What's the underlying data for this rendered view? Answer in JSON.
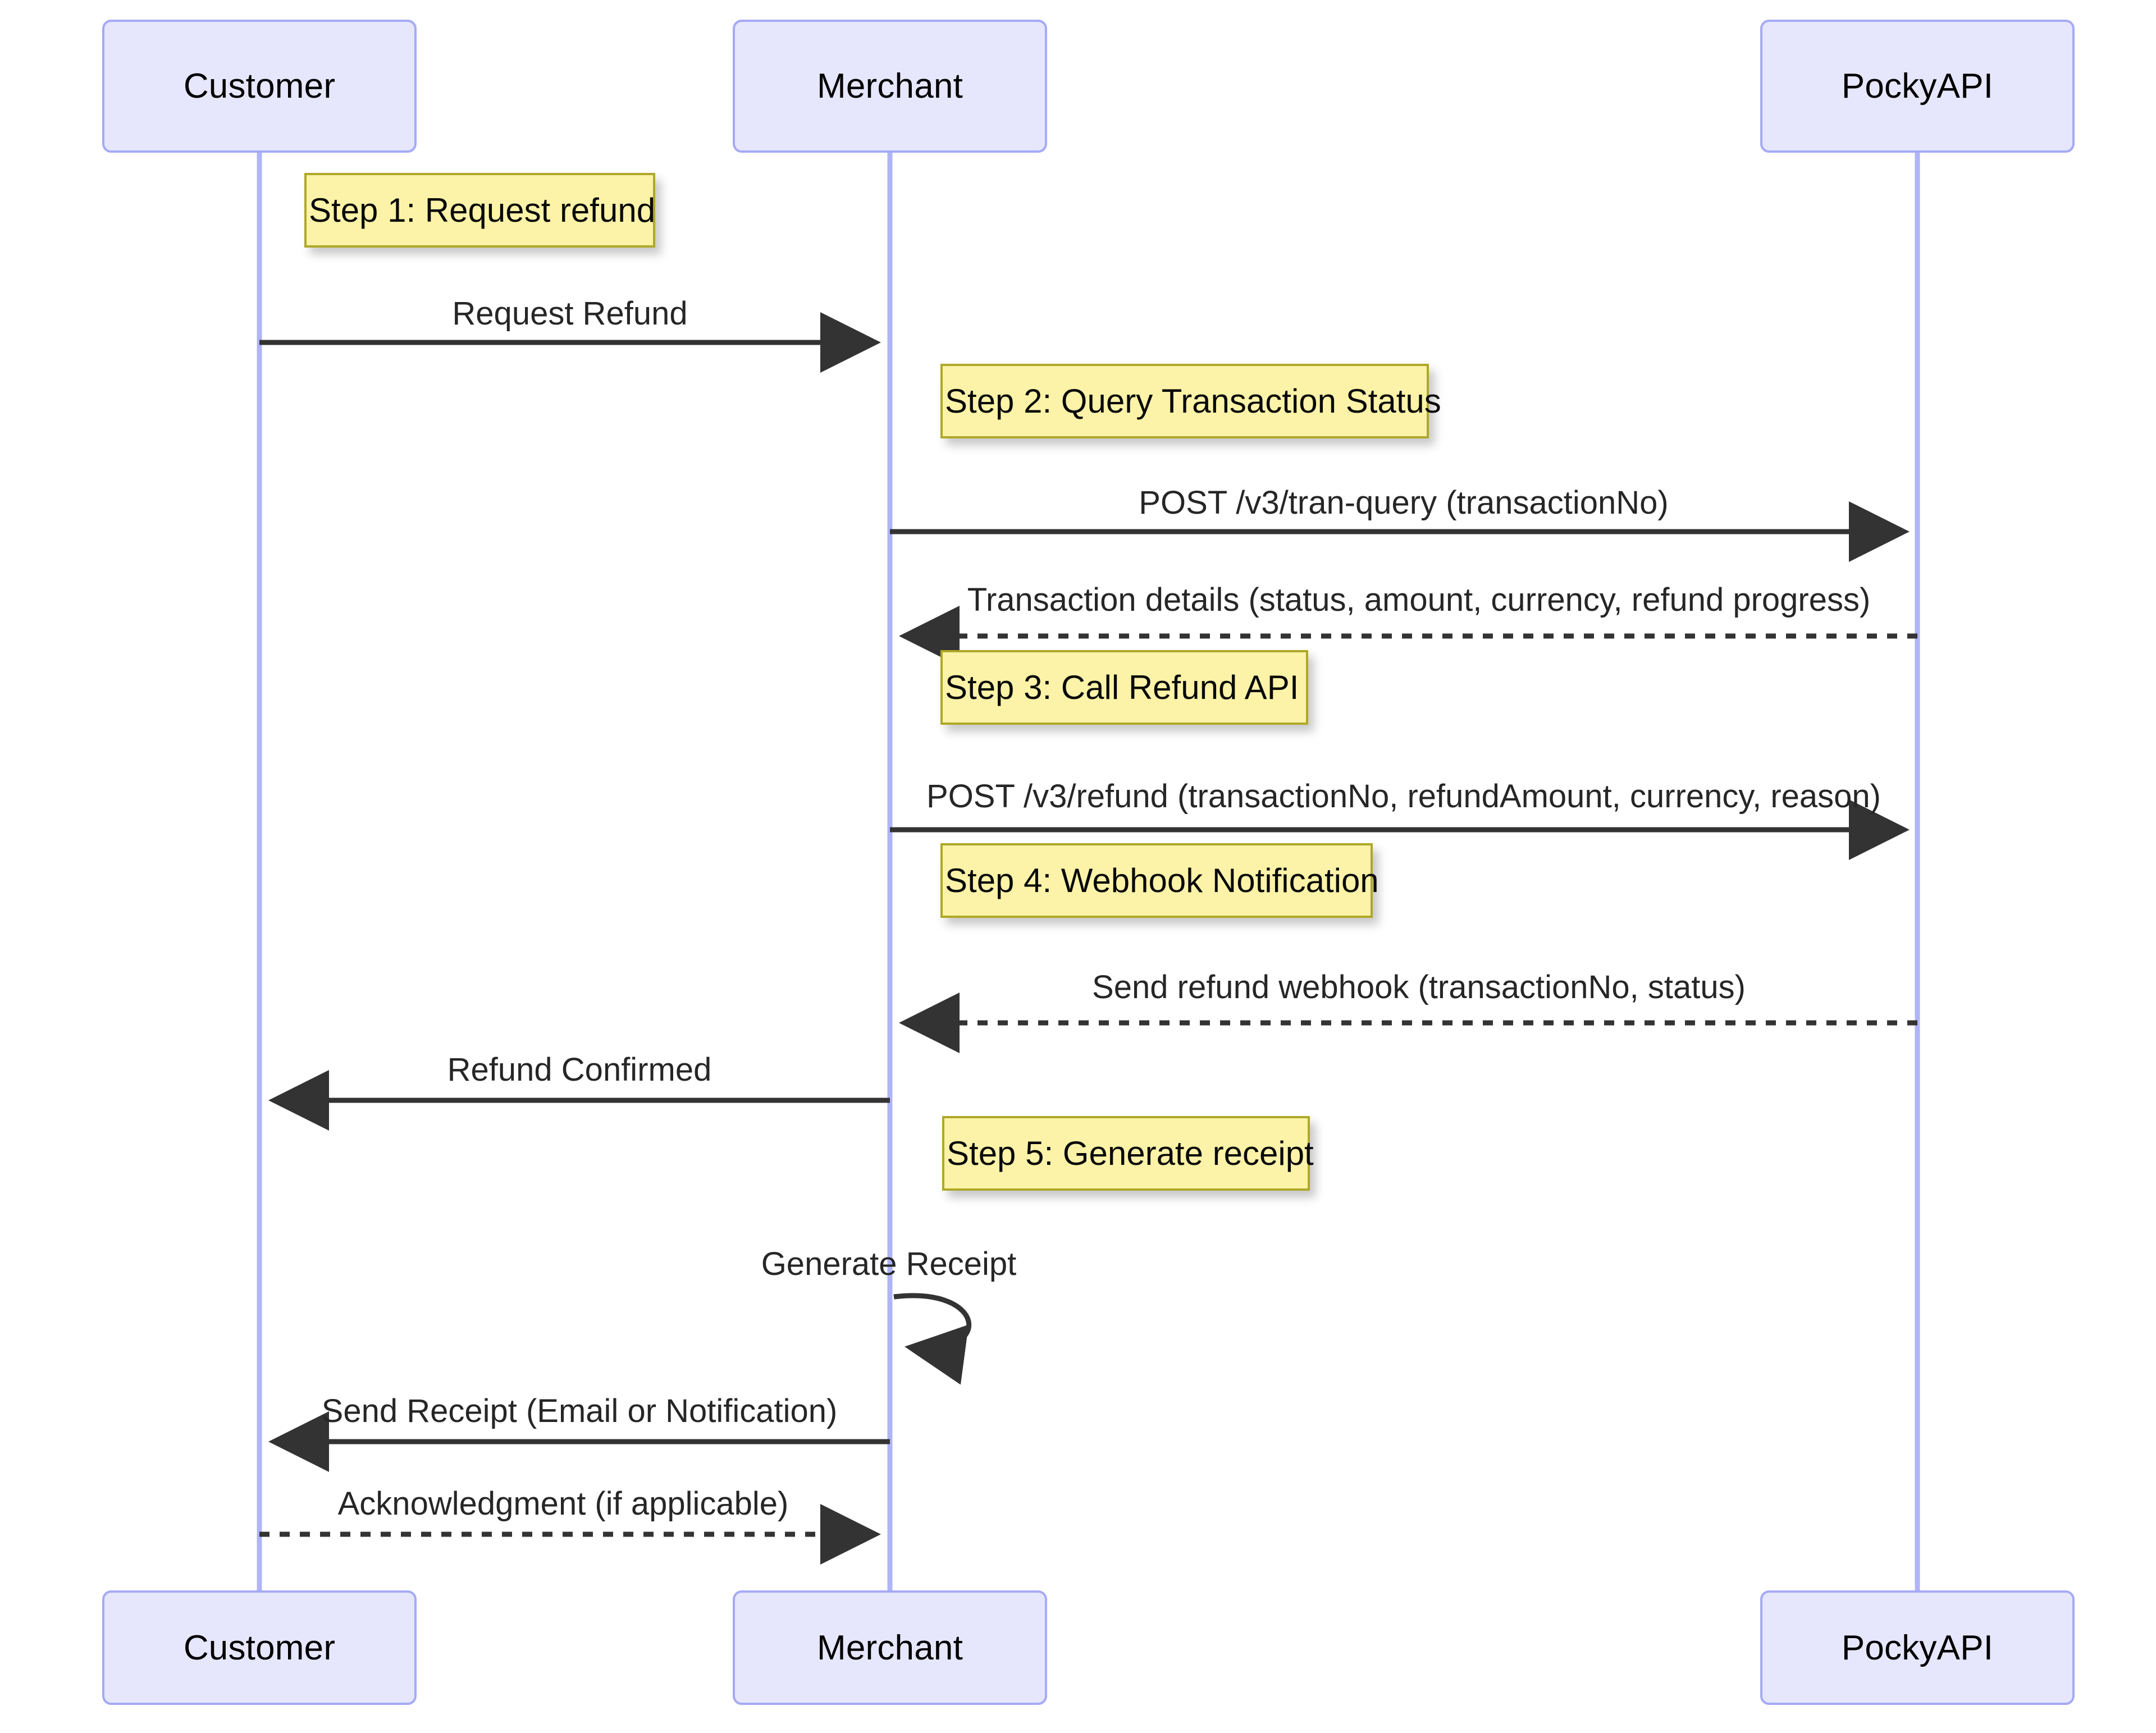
{
  "diagram": {
    "type": "sequence-diagram",
    "title": "Refund flow sequence diagram",
    "colors": {
      "actor_fill": "#e6e6fd",
      "actor_border": "#a5aaf5",
      "lifeline": "#b0b4f8",
      "note_fill": "#fcf3a8",
      "note_border": "#afa828",
      "arrow": "#333333",
      "text": "#262626",
      "background": "#ffffff"
    }
  },
  "participants": [
    {
      "id": "customer",
      "label": "Customer"
    },
    {
      "id": "merchant",
      "label": "Merchant"
    },
    {
      "id": "pockyapi",
      "label": "PockyAPI"
    }
  ],
  "participants_bottom": [
    {
      "id": "customer-bottom",
      "label": "Customer"
    },
    {
      "id": "merchant-bottom",
      "label": "Merchant"
    },
    {
      "id": "pockyapi-bottom",
      "label": "PockyAPI"
    }
  ],
  "notes": [
    {
      "id": "note-step-1",
      "label": "Step 1: Request refund"
    },
    {
      "id": "note-step-2",
      "label": "Step 2: Query Transaction Status"
    },
    {
      "id": "note-step-3",
      "label": "Step 3: Call Refund API"
    },
    {
      "id": "note-step-4",
      "label": "Step 4: Webhook Notification"
    },
    {
      "id": "note-step-5",
      "label": "Step 5: Generate receipt"
    }
  ],
  "messages": [
    {
      "id": "msg-request-refund",
      "label": "Request Refund",
      "from": "customer",
      "to": "merchant",
      "style": "solid",
      "direction": "right"
    },
    {
      "id": "msg-post-tran-query",
      "label": "POST /v3/tran-query (transactionNo)",
      "from": "merchant",
      "to": "pockyapi",
      "style": "solid",
      "direction": "right"
    },
    {
      "id": "msg-transaction-details",
      "label": "Transaction details (status, amount, currency, refund progress)",
      "from": "pockyapi",
      "to": "merchant",
      "style": "dashed",
      "direction": "left"
    },
    {
      "id": "msg-post-refund",
      "label": "POST /v3/refund (transactionNo, refundAmount, currency, reason)",
      "from": "merchant",
      "to": "pockyapi",
      "style": "solid",
      "direction": "right"
    },
    {
      "id": "msg-send-refund-webhook",
      "label": "Send refund webhook (transactionNo, status)",
      "from": "pockyapi",
      "to": "merchant",
      "style": "dashed",
      "direction": "left"
    },
    {
      "id": "msg-refund-confirmed",
      "label": "Refund Confirmed",
      "from": "merchant",
      "to": "customer",
      "style": "solid",
      "direction": "left"
    },
    {
      "id": "msg-generate-receipt",
      "label": "Generate Receipt",
      "from": "merchant",
      "to": "merchant",
      "style": "solid-self-loop",
      "direction": "self"
    },
    {
      "id": "msg-send-receipt",
      "label": "Send Receipt (Email or Notification)",
      "from": "merchant",
      "to": "customer",
      "style": "solid",
      "direction": "left"
    },
    {
      "id": "msg-acknowledgment",
      "label": "Acknowledgment (if applicable)",
      "from": "customer",
      "to": "merchant",
      "style": "dashed",
      "direction": "right"
    }
  ]
}
